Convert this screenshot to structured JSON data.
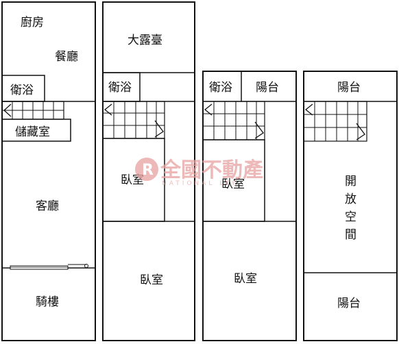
{
  "floor1": {
    "kitchen": "廚房",
    "dining": "餐廳",
    "bath": "衛浴",
    "storage": "儲藏室",
    "living": "客廳",
    "arcade": "騎樓"
  },
  "floor2": {
    "terrace": "大露臺",
    "bath": "衛浴",
    "bedroom_a": "臥室",
    "bedroom_b": "臥室"
  },
  "floor3": {
    "bath": "衛浴",
    "balcony": "陽台",
    "bedroom_a": "臥室",
    "bedroom_b": "臥室"
  },
  "floor4": {
    "balcony_top": "陽台",
    "open_space": [
      "開",
      "放",
      "空",
      "間"
    ],
    "balcony_bottom": "陽台"
  },
  "watermark": {
    "brand": "全國不動產",
    "sub": "NATIONAL LTY",
    "logo_letter": "R"
  },
  "colors": {
    "line": "#111111",
    "watermark": "#e8a1a1"
  }
}
